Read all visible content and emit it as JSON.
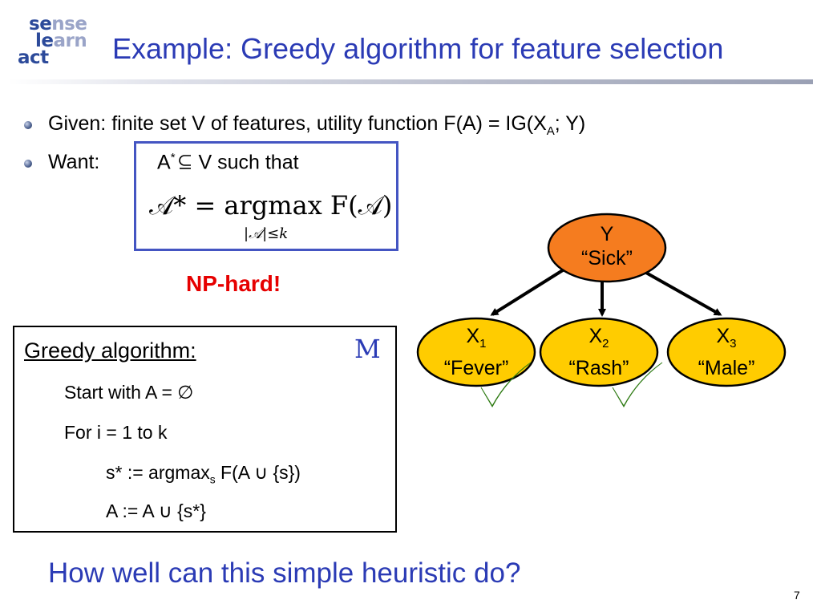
{
  "logo": {
    "line1a": "se",
    "line1b": "nse",
    "line2a": "le",
    "line2b": "arn",
    "line3a": "act"
  },
  "title": "Example: Greedy algorithm for feature selection",
  "bullets": [
    {
      "pre": "Given: finite set V of features, utility function F(A) = IG(X",
      "sub": "A",
      "post": "; Y)"
    },
    {
      "label": "Want:",
      "pre": "A",
      "sup": "*",
      "post": " V such that"
    }
  ],
  "formula": {
    "main": "𝒜* = argmax F(𝒜)",
    "subscript": "|𝒜|≤k"
  },
  "np_hard": "NP-hard!",
  "algorithm": {
    "heading": "Greedy algorithm:",
    "symbol": "M",
    "steps": [
      {
        "text": "Start with A = ∅"
      },
      {
        "text": "For i = 1 to k"
      },
      {
        "pre": "s* := argmax",
        "sub": "s",
        "post": " F(A ∪ {s})"
      },
      {
        "text": "A := A ∪ {s*}"
      }
    ]
  },
  "network": {
    "root": {
      "line1": "Y",
      "line2": "“Sick”"
    },
    "children": [
      {
        "var": "X",
        "idx": "1",
        "label": "“Fever”",
        "checked": true
      },
      {
        "var": "X",
        "idx": "2",
        "label": "“Rash”",
        "checked": true
      },
      {
        "var": "X",
        "idx": "3",
        "label": "“Male”",
        "checked": false
      }
    ],
    "colors": {
      "root": "#f57c1f",
      "child": "#ffcc00",
      "check": "#44aa22"
    }
  },
  "question": "How well can this simple heuristic do?",
  "slide_number": "7"
}
